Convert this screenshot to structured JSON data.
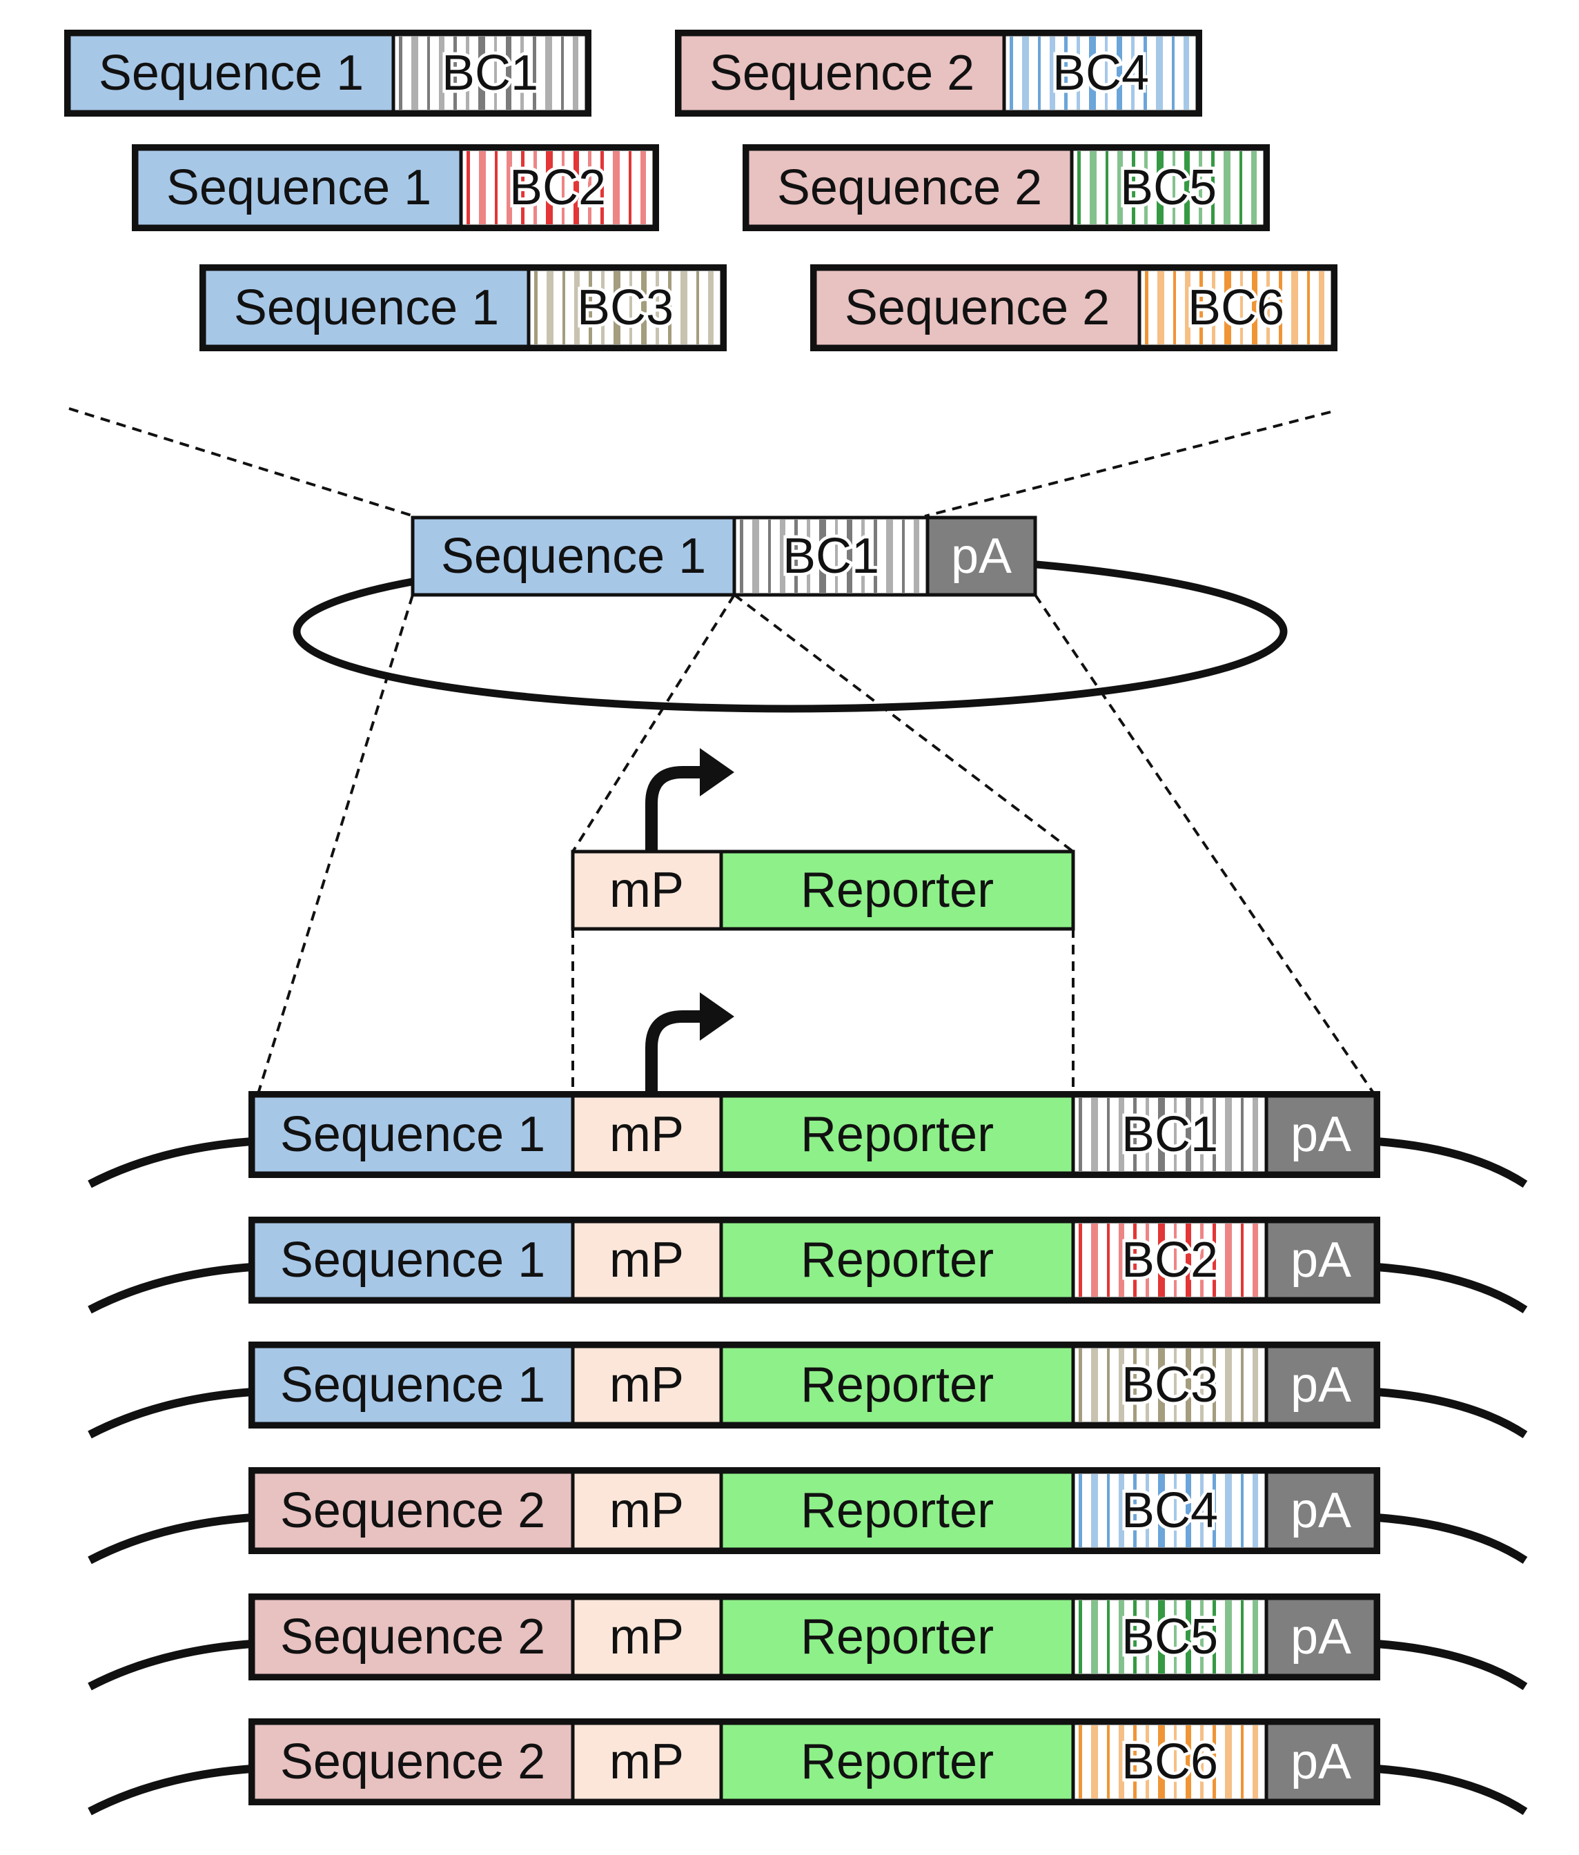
{
  "colors": {
    "sequence_1": "#a7c7e7",
    "sequence_2": "#e8c1c1",
    "mP": "#fce6da",
    "reporter": "#8ef089",
    "pA": "#7f7f7f",
    "outline": "#111111",
    "pA_text": "#ffffff"
  },
  "barcode_colors": {
    "BC1": "#6d6d6d",
    "BC2": "#e02020",
    "BC3": "#9a9270",
    "BC4": "#5b9bd5",
    "BC5": "#1f8f2f",
    "BC6": "#ee8a20"
  },
  "library": [
    {
      "sequence": "Sequence 1",
      "barcode": "BC1",
      "seq_key": "sequence_1"
    },
    {
      "sequence": "Sequence 2",
      "barcode": "BC4",
      "seq_key": "sequence_2"
    },
    {
      "sequence": "Sequence 1",
      "barcode": "BC2",
      "seq_key": "sequence_1"
    },
    {
      "sequence": "Sequence 2",
      "barcode": "BC5",
      "seq_key": "sequence_2"
    },
    {
      "sequence": "Sequence 1",
      "barcode": "BC3",
      "seq_key": "sequence_1"
    },
    {
      "sequence": "Sequence 2",
      "barcode": "BC6",
      "seq_key": "sequence_2"
    }
  ],
  "plasmid": {
    "sequence": "Sequence 1",
    "barcode": "BC1",
    "polyA": "pA"
  },
  "reporter_unit": {
    "promoter": "mP",
    "reporter": "Reporter"
  },
  "integrated": [
    {
      "sequence": "Sequence 1",
      "promoter": "mP",
      "reporter": "Reporter",
      "barcode": "BC1",
      "polyA": "pA",
      "seq_key": "sequence_1"
    },
    {
      "sequence": "Sequence 1",
      "promoter": "mP",
      "reporter": "Reporter",
      "barcode": "BC2",
      "polyA": "pA",
      "seq_key": "sequence_1"
    },
    {
      "sequence": "Sequence 1",
      "promoter": "mP",
      "reporter": "Reporter",
      "barcode": "BC3",
      "polyA": "pA",
      "seq_key": "sequence_1"
    },
    {
      "sequence": "Sequence 2",
      "promoter": "mP",
      "reporter": "Reporter",
      "barcode": "BC4",
      "polyA": "pA",
      "seq_key": "sequence_2"
    },
    {
      "sequence": "Sequence 2",
      "promoter": "mP",
      "reporter": "Reporter",
      "barcode": "BC5",
      "polyA": "pA",
      "seq_key": "sequence_2"
    },
    {
      "sequence": "Sequence 2",
      "promoter": "mP",
      "reporter": "Reporter",
      "barcode": "BC6",
      "polyA": "pA",
      "seq_key": "sequence_2"
    }
  ]
}
